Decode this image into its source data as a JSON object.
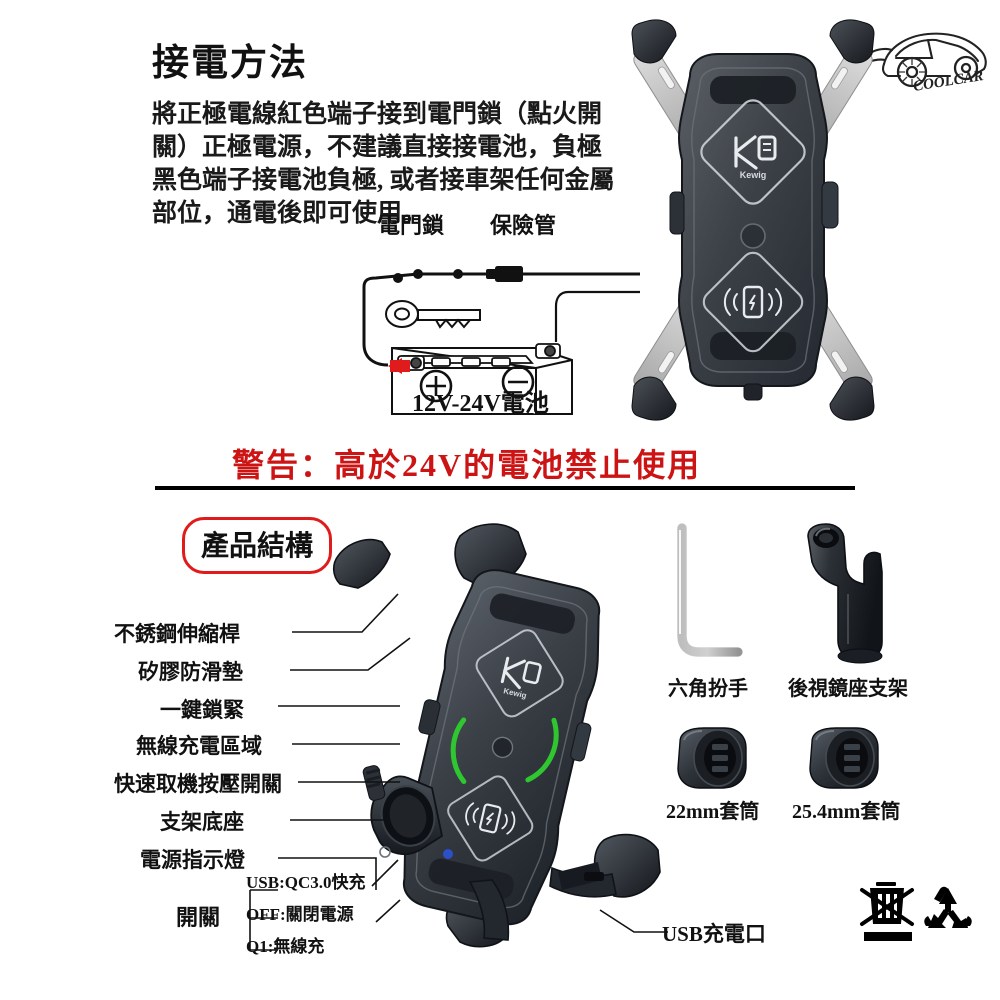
{
  "page": {
    "background": "#ffffff",
    "warning_color": "#cc1414",
    "badge_border_color": "#e01b1b",
    "accent_green": "#2fc72f",
    "led_blue": "#2b50c8"
  },
  "brand": {
    "logo_name": "coolcar-logo",
    "logo_text": "COOLCAR"
  },
  "section_wiring": {
    "title": "接電方法",
    "body": "將正極電線紅色端子接到電門鎖（點火開關）正極電源，不建議直接接電池，負極黑色端子接電池負極, 或者接車架任何金屬部位，通電後即可使用。",
    "diagram_labels": {
      "ignition_lock": "電門鎖",
      "fuse": "保險管",
      "battery": "12V-24V電池",
      "positive": "+",
      "negative": "−"
    },
    "warning": "警告：高於24V的電池禁止使用"
  },
  "section_structure": {
    "badge": "產品結構",
    "callouts": [
      "不銹鋼伸縮桿",
      "矽膠防滑墊",
      "一鍵鎖緊",
      "無線充電區域",
      "快速取機按壓開關",
      "支架底座",
      "電源指示燈"
    ],
    "switch_group": {
      "title": "開關",
      "options": [
        "USB:QC3.0快充",
        "OFF:關閉電源",
        "Q1:無線充"
      ]
    },
    "usb_port_label": "USB充電口"
  },
  "accessories": [
    {
      "name": "六角扮手"
    },
    {
      "name": "後視鏡座支架"
    },
    {
      "name": "22mm套筒"
    },
    {
      "name": "25.4mm套筒"
    }
  ],
  "compliance": {
    "weee_icon": "crossed-out-wheelie-bin-icon",
    "recycle_icon": "recycle-icon"
  },
  "device": {
    "badge_text": "Kewig",
    "wireless_icon": "wireless-charging-icon"
  }
}
